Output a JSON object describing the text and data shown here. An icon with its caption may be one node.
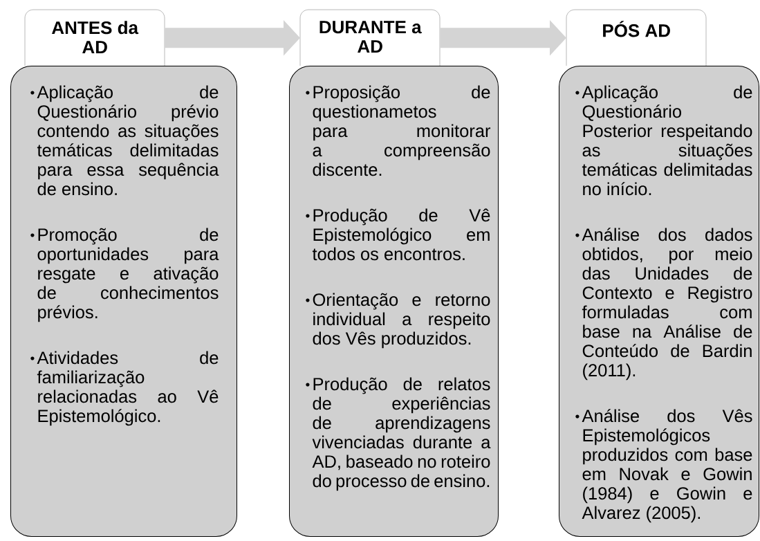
{
  "diagram": {
    "nodes": [
      {
        "text": [
          "ANTES da AD"
        ]
      },
      {
        "text": [
          "Aplicação de Questionário prévio contendo as situações temáticas delimitadas para essa sequência de ensino.",
          "Promoção de oportunidades para resgate e ativação de conhecimentos prévios.",
          "Atividades de familiarização relacionadas ao Vê Epistemológico."
        ]
      },
      {
        "text": [
          "DURANTE a AD"
        ]
      },
      {
        "text": [
          "Proposição de questionametos para monitorar a compreensão discente.",
          "Produção de Vê Epistemológico em todos os encontros.",
          "Orientação e retorno individual a respeito dos Vês produzidos.",
          "Produção de relatos de experiências de aprendizagens vivenciadas durante a AD, baseado no roteiro do processo de ensino."
        ]
      },
      {
        "text": [
          "PÓS AD"
        ]
      },
      {
        "text": [
          "Aplicação de Questionário Posterior respeitando as situações temáticas delimitadas no início.",
          "Análise dos dados obtidos, por meio das Unidades de Contexto e Registro formuladas com base na Análise de Conteúdo de Bardin (2011).",
          "Análise dos Vês Epistemológicos produzidos com base em Novak e Gowin (1984) e Gowin e Alvarez (2005)."
        ]
      }
    ],
    "edges": [
      {
        "from": 0,
        "to": 2,
        "arrow": "to"
      },
      {
        "from": 2,
        "to": 4,
        "arrow": "to"
      }
    ]
  }
}
